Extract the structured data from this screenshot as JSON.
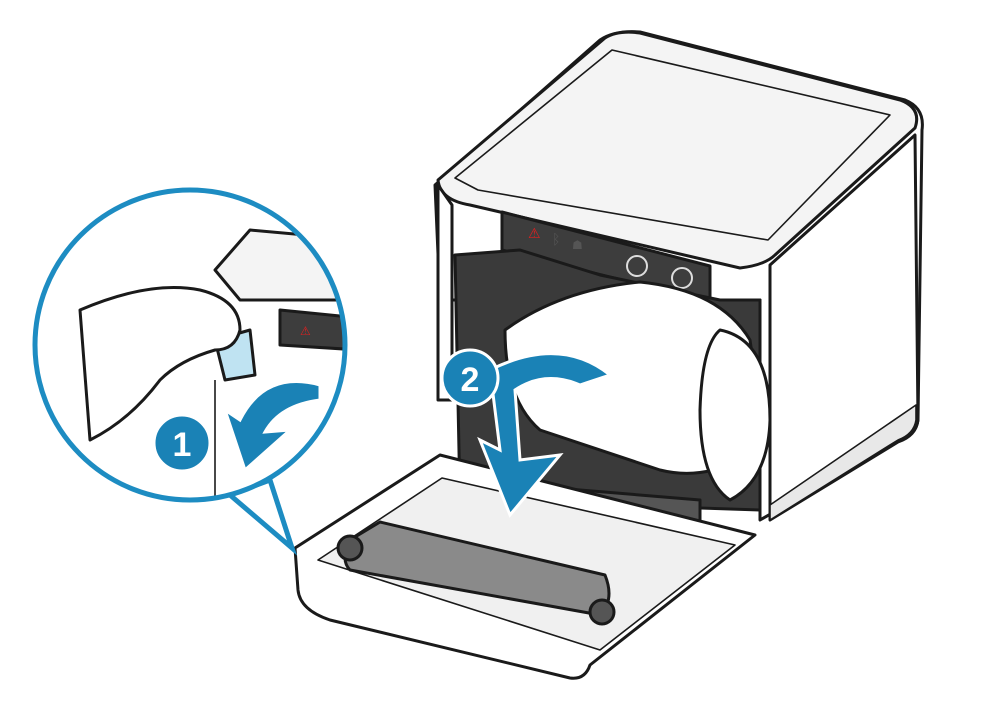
{
  "steps": {
    "step1": {
      "number": "1",
      "action": "press-lever-and-open"
    },
    "step2": {
      "number": "2",
      "action": "open-cover"
    }
  },
  "panel_icons": [
    "error-icon",
    "bluetooth-icon",
    "network-icon",
    "feed-icon",
    "power-icon"
  ],
  "colors": {
    "accent": "#1a82b6",
    "callout": "#1d8cc2",
    "panel": "#3d3d3d",
    "error_led": "#e02020",
    "body": "#ffffff",
    "interior": "#2e2e2e",
    "roller": "#8a8a8a"
  }
}
